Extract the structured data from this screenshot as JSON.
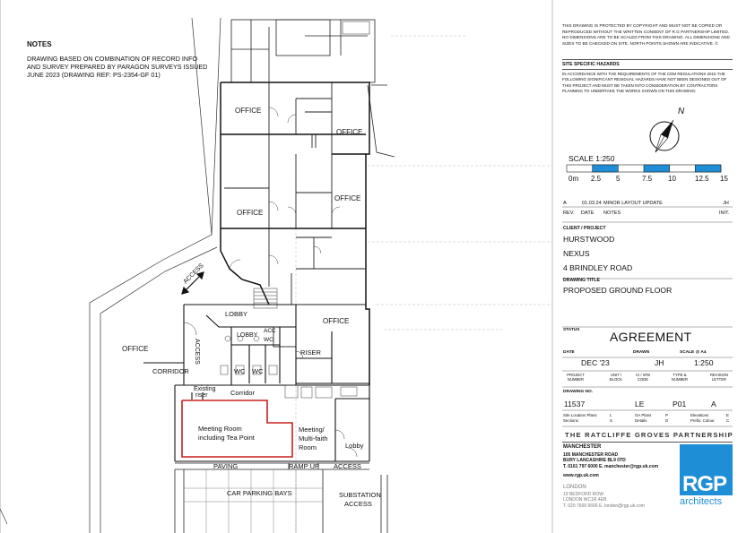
{
  "notes": {
    "title": "NOTES",
    "body": "DRAWING BASED ON COMBINATION OF RECORD INFO AND SURVEY PREPARED BY PARAGON SURVEYS ISSUED JUNE 2023 (DRAWING REF: PS-2354-GF 01)"
  },
  "plan": {
    "rooms": {
      "office_1": "OFFICE",
      "office_2": "OFFICE",
      "office_3": "OFFICE",
      "office_4": "OFFICE",
      "office_5": "OFFICE",
      "office_west": "OFFICE",
      "access_diag": "ACCESS",
      "lobby_main": "LOBBY",
      "lobby_small": "LOBBY",
      "access_vertical": "ACCESS",
      "acc_wc_1": "ACC",
      "acc_wc_2": "WC",
      "riser": "RISER",
      "wc_1": "WC",
      "wc_2": "WC",
      "corridor_west": "CORRIDOR",
      "existing_riser_1": "Existing",
      "existing_riser_2": "riser",
      "corridor": "Corridor",
      "meeting_room_1": "Meeting Room",
      "meeting_room_2": "including Tea Point",
      "multifaith_1": "Meeting/",
      "multifaith_2": "Multi-faith",
      "multifaith_3": "Room",
      "lobby_south": "Lobby",
      "paving": "PAVING",
      "ramp_up": "RAMP UP",
      "access_south": "ACCESS",
      "car_parking": "CAR PARKING BAYS",
      "substation_1": "SUBSTATION",
      "substation_2": "ACCESS"
    },
    "highlight_color": "#c8201f"
  },
  "titleblock": {
    "copyright": "THIS DRAWING IS PROTECTED BY COPYRIGHT AND MUST NOT BE COPIED OR REPRODUCED WITHOUT THE WRITTEN CONSENT OF R.G PARTNERSHIP LIMITED. NO DIMENSIONS ARE TO BE SCALED FROM THIS DRAWING. ALL DIMENSIONS AND SIZES TO BE CHECKED ON SITE. NORTH POINTS SHOWN ARE INDICATIVE. ©",
    "hazards_heading": "SITE SPECIFIC HAZARDS",
    "cdm_text": "IN ACCORDANCE WITH THE REQUIREMENTS OF THE CDM REGULATIONS 2015 THE FOLLOWING SIGNIFICANT RESIDUAL HAZARDS HAVE NOT BEEN DESIGNED OUT OF THIS PROJECT AND MUST BE TAKEN INTO CONSIDERATION BY CONTRACTORS PLANNING TO UNDERTAKE THE WORKS SHOWN ON THIS DRAWING:",
    "north_label": "N",
    "scale": {
      "title": "SCALE 1:250",
      "ticks": [
        "0m",
        "2.5",
        "5",
        "7.5",
        "10",
        "12.5",
        "15"
      ],
      "bar_color": "#1e8fd6"
    },
    "revision": {
      "letter": "A",
      "date": "01.03.24",
      "notes": "MINOR LAYOUT UPDATE",
      "initials": "JH",
      "headers": {
        "rev": "REV.",
        "date": "DATE",
        "notes": "NOTES",
        "init": "INIT."
      }
    },
    "client_label": "CLIENT / PROJECT",
    "client": "HURSTWOOD",
    "project": "NEXUS",
    "address": "4 BRINDLEY ROAD",
    "drawing_title_label": "DRAWING TITLE",
    "drawing_title": "PROPOSED GROUND FLOOR",
    "status_label": "STATUS",
    "status": "AGREEMENT",
    "date_label": "DATE",
    "date": "DEC '23",
    "drawn_label": "DRAWN",
    "drawn": "JH",
    "scale_label": "SCALE @ A4",
    "scale_value": "1:250",
    "code_headers": {
      "project": "PROJECT NUMBER",
      "unit": "UNIT / BLOCK",
      "ci": "CI / SFB CODE",
      "type": "TYPE & NUMBER",
      "revision": "REVISION LETTER"
    },
    "drawing_no_label": "DRAWING NO.",
    "drawing_no": {
      "project": "11537",
      "unit": "LE",
      "type": "P01",
      "revision": "A"
    },
    "legend": {
      "c1a": "Site Location Plans",
      "c1b": "Sections",
      "c2a": "L",
      "c2b": "S",
      "c3a": "GA Plans",
      "c3b": "Details",
      "c4a": "P",
      "c4b": "D",
      "c5a": "Elevations",
      "c5b": "Prefix: Colour",
      "c6a": "E",
      "c6b": "C"
    },
    "practice": "THE RATCLIFFE GROVES PARTNERSHIP",
    "office1": {
      "city": "MANCHESTER",
      "line1": "105 MANCHESTER ROAD",
      "line2": "BURY  LANCASHIRE  BL9 0TD",
      "contact": "T. 0161 797 6000  E. manchester@rgp.uk.com",
      "web": "www.rgp.uk.com"
    },
    "office2": {
      "city": "LONDON",
      "line1": "19 BEDFORD ROW",
      "line2": "LONDON  WC1R 4EB",
      "contact": "T.  020 7600 6666   E. london@rgp.uk.com"
    },
    "logo_text": "RGP",
    "logo_sub": "architects",
    "logo_color": "#1e8fd6"
  }
}
